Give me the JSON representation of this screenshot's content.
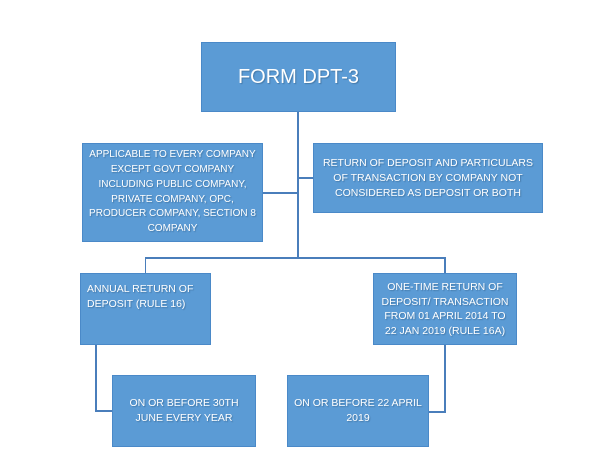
{
  "diagram": {
    "colors": {
      "background": "#ffffff",
      "box_fill": "#5b9bd5",
      "box_border": "#4a89c8",
      "connector_color": "#4a7ebb",
      "text_color": "#ffffff"
    },
    "nodes": {
      "root": {
        "label": "FORM DPT-3"
      },
      "applicability": {
        "label": "APPLICABLE TO EVERY COMPANY\nEXCEPT GOVT COMPANY\nINCLUDING PUBLIC COMPANY,\nPRIVATE COMPANY, OPC,\nPRODUCER COMPANY, SECTION 8\nCOMPANY"
      },
      "return_particulars": {
        "label": "RETURN OF DEPOSIT AND PARTICULARS\nOF TRANSACTION BY COMPANY NOT\nCONSIDERED AS DEPOSIT OR BOTH"
      },
      "annual_return": {
        "label": "ANNUAL RETURN OF\nDEPOSIT (RULE 16)"
      },
      "one_time_return": {
        "label": "ONE-TIME RETURN OF\nDEPOSIT/ TRANSACTION\nFROM 01 APRIL 2014 TO\n22 JAN 2019 (RULE 16A)"
      },
      "annual_due": {
        "label": "ON OR BEFORE 30TH\nJUNE EVERY YEAR"
      },
      "one_time_due": {
        "label": "ON OR BEFORE 22 APRIL\n2019"
      }
    }
  }
}
